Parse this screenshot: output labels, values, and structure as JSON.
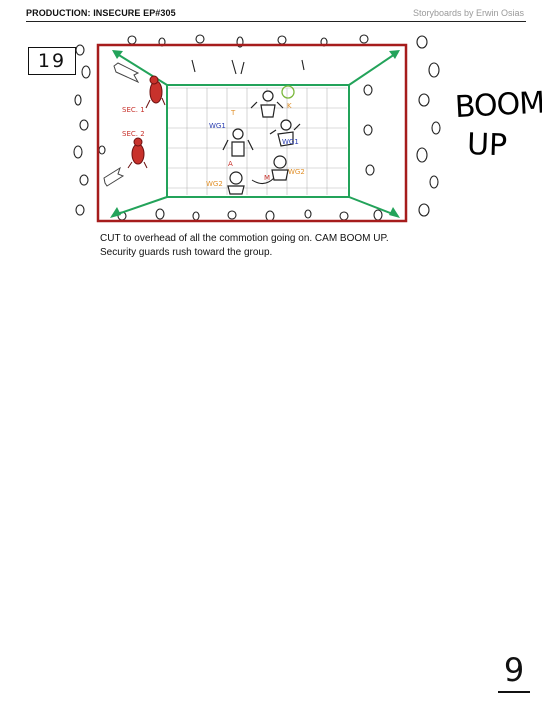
{
  "header": {
    "production": "PRODUCTION: INSECURE EP#305",
    "credit": "Storyboards by Erwin Osias"
  },
  "panel": {
    "number": "19",
    "sketch_labels": {
      "sec1": "SEC. 1",
      "sec2": "SEC. 2",
      "t": "T",
      "k": "K",
      "a": "A",
      "m": "M",
      "wg1_left": "WG1",
      "wg1_right": "WG1",
      "wg2_left": "WG2",
      "wg2_right": "WG2"
    },
    "camera_note_line1": "BOOM",
    "camera_note_line2": "UP",
    "caption_line1": "CUT to overhead of all the commotion going on. CAM BOOM UP.",
    "caption_line2": "Security guards rush toward the group."
  },
  "page": {
    "number": "9"
  },
  "colors": {
    "frame_red": "#a61c1c",
    "camera_green": "#23a35a",
    "sec_red": "#c8322c",
    "label_orange": "#e0902a",
    "label_blue": "#2a3db0"
  }
}
